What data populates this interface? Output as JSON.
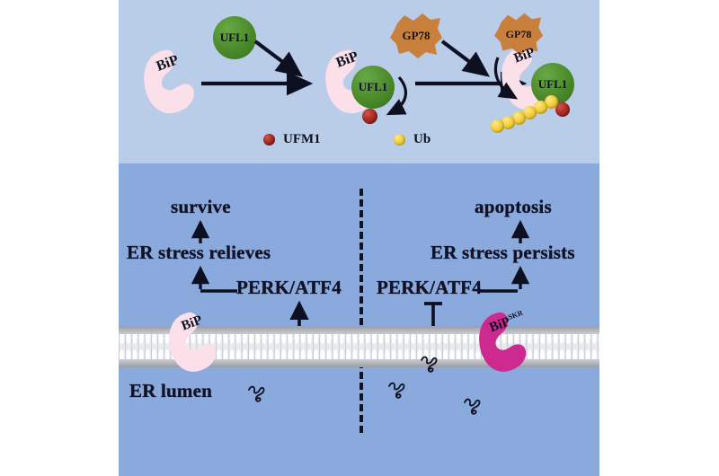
{
  "figure": {
    "panels": {
      "top": {
        "name": "ufmylation-pathway-panel",
        "background_color": "#b9cce8"
      },
      "bottom": {
        "name": "er-stress-outcome-panel",
        "background_color": "#8aaade"
      }
    }
  },
  "colors": {
    "panel_top_blue": "#b9cce8",
    "panel_bottom_blue": "#8aaade",
    "bip_pink": "#fbdfe9",
    "bip_mutant_magenta": "#cc2a8e",
    "ufl1_green": "#4a8a2a",
    "gp78_orange": "#c8803c",
    "ufm1_red": "#ad2a22",
    "ub_yellow": "#f2cf3c",
    "membrane_gray": "#8f9298",
    "text_black": "#0d1020"
  },
  "top_panel": {
    "complexes": [
      {
        "id": "bip-alone",
        "bip_label": "BiP"
      },
      {
        "id": "bip-ufl1",
        "bip_label": "BiP",
        "ufl1_label": "UFL1"
      },
      {
        "id": "bip-ufl1-gp78-ub",
        "bip_label": "BiP",
        "ufl1_label": "UFL1",
        "gp78_label": "GP78"
      }
    ],
    "free_ufl1_label": "UFL1",
    "free_gp78_label": "GP78",
    "legend": [
      {
        "label": "UFM1",
        "color": "#ad2a22",
        "icon": "red-sphere"
      },
      {
        "label": "Ub",
        "color": "#f2cf3c",
        "icon": "yellow-sphere"
      }
    ]
  },
  "bottom_panel": {
    "left": {
      "outcome": "survive",
      "stress_state": "ER stress relieves",
      "pathway": "PERK/ATF4",
      "bip_label": "BiP",
      "regulation": "activation-arrow"
    },
    "right": {
      "outcome": "apoptosis",
      "stress_state": "ER stress persists",
      "pathway": "PERK/ATF4",
      "bip_label": "BiP",
      "bip_superscript": "SKR",
      "regulation": "inhibition-tbar"
    },
    "compartment_label": "ER lumen",
    "divider": "dashed-vertical-divider"
  }
}
